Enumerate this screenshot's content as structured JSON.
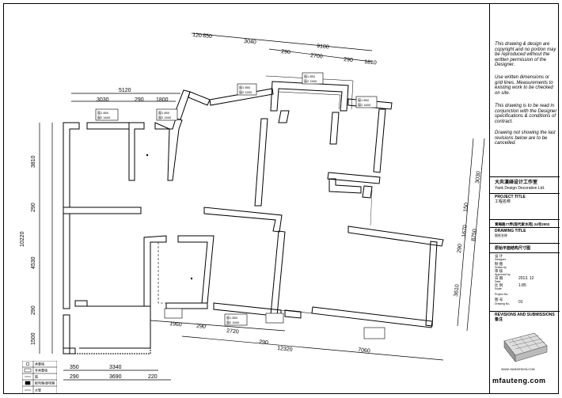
{
  "dimensions": {
    "top_row_1": [
      "120",
      "850",
      "3040",
      "9100"
    ],
    "top_row_2": [
      "290",
      "2700",
      "290",
      "1810"
    ],
    "left_top_total": "5120",
    "left_top_parts": [
      "3030",
      "290",
      "1800"
    ],
    "left_side": [
      "3810",
      "290",
      "10220",
      "4530",
      "290",
      "1500"
    ],
    "right_side": [
      "3030",
      "150",
      "1670",
      "8750",
      "290",
      "3610"
    ],
    "bottom_inner": [
      "1960",
      "290",
      "2720"
    ],
    "bottom_total": [
      "290",
      "12320",
      "7060"
    ],
    "bottom_left_row1": [
      "350",
      "3340"
    ],
    "bottom_left_row2": [
      "290",
      "3690",
      "220"
    ]
  },
  "window_tags": {
    "a": [
      "窗1 850",
      "窗2 1600"
    ],
    "b": [
      "窗1 850",
      "窗2 1500"
    ],
    "c": [
      "窗1 850",
      "窗2 1500"
    ],
    "d": [
      "窗1 850",
      "窗2 1500"
    ],
    "e": [
      "窗1 850",
      "窗2 1600"
    ],
    "f": [
      "窗1 850",
      "窗2 1600"
    ]
  },
  "panel": {
    "notes": [
      "This drawing & design are copyright and no portion may be reproduced without the written permission of the Designer.",
      "Use written dimensions or grid lines. Measurements to existing work to be checked on site.",
      "This drawing is to be read in conjunction with the Designer specifications & conditions of contract.",
      "Drawing not showing the last revisions below are to be cancelled."
    ],
    "company_cn": "大炎演绎设计工作室",
    "company_en": "Yank Design Decoration Ltd.",
    "project_title_label": "PROJECT TITLE",
    "project_title_cn": "工程名称",
    "project_name": "青梅路77弄(现代家水苑) 24号2002",
    "drawing_title_label": "DRAWING TITLE",
    "drawing_title_cn": "图纸名称",
    "drawing_name": "原始平面结构尺寸图",
    "fields": [
      {
        "cn": "设 计",
        "en": "Designer",
        "value": ""
      },
      {
        "cn": "制 图",
        "en": "Drawn by",
        "value": ""
      },
      {
        "cn": "审 核",
        "en": "Approved by",
        "value": ""
      },
      {
        "cn": "日 期",
        "en": "Date",
        "value": "2013. 12"
      },
      {
        "cn": "比 例",
        "en": "Scale",
        "value": "1:85"
      },
      {
        "cn": "",
        "en": "Project No.",
        "value": ""
      },
      {
        "cn": "图 号",
        "en": "Drawing No.",
        "value": "01"
      }
    ],
    "revisions_label": "REVISIONS AND SUBMISSIONS",
    "revisions_cn": "备注",
    "url": "WWW.YANKDESIGN.COM"
  },
  "watermark_text": "mfauteng.com",
  "legend": [
    "承重墙",
    "非承重墙",
    "窗",
    "配电箱/弱电箱",
    "水管"
  ]
}
